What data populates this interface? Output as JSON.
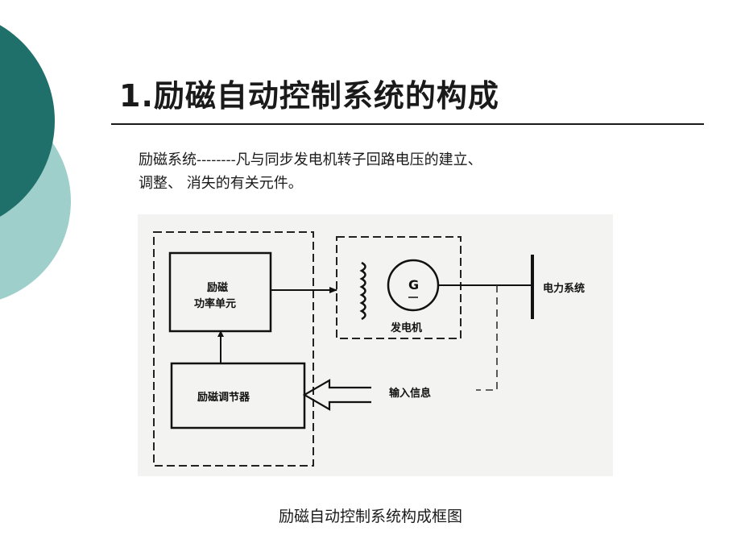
{
  "title": "1.励磁自动控制系统的构成",
  "description": {
    "line1": "励磁系统--------凡与同步发电机转子回路电压的建立、",
    "line2": "调整、  消失的有关元件。"
  },
  "diagram": {
    "power_unit_line1": "励磁",
    "power_unit_line2": "功率单元",
    "regulator": "励磁调节器",
    "generator_symbol": "G",
    "generator_label": "发电机",
    "power_system": "电力系统",
    "input_signal": "输入信息"
  },
  "caption": "励磁自动控制系统构成框图",
  "colors": {
    "teal_dark": "#1f6f6b",
    "teal_light": "#9ecfcb"
  }
}
